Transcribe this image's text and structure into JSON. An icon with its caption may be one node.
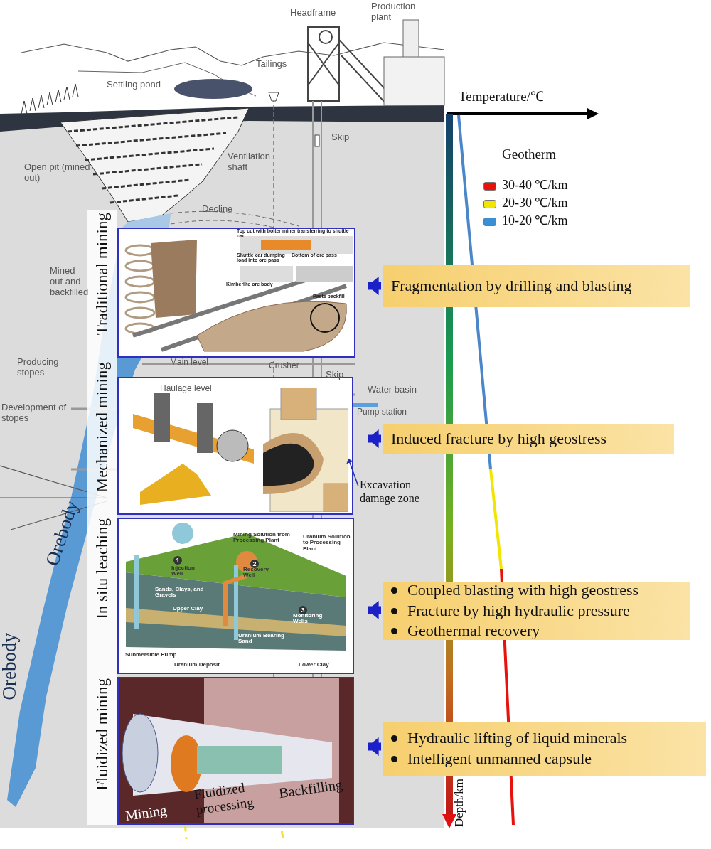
{
  "diagram": {
    "nodes": [
      {
        "text": [
          "Traditional mining"
        ]
      },
      {
        "text": [
          "Fragmentation by drilling and blasting"
        ]
      },
      {
        "text": [
          "Mechanized mining"
        ]
      },
      {
        "text": [
          "Induced fracture by high geostress"
        ]
      },
      {
        "text": [
          "Excavation damage zone"
        ]
      },
      {
        "text": [],
        "shape": "picture",
        "in": 2
      },
      {
        "text": [
          "In situ leaching"
        ]
      },
      {
        "text": [
          "Coupled blasting with high geostress",
          "Fracture by high hydraulic pressure",
          "Geothermal recovery"
        ]
      },
      {
        "text": [
          "Fluidized mining"
        ]
      },
      {
        "text": [
          "Hydraulic lifting of liquid minerals",
          "Intelligent unmanned capsule"
        ]
      }
    ],
    "edges": [
      {
        "from": 1,
        "to": 0,
        "arrow": "to"
      },
      {
        "from": 3,
        "to": 2,
        "arrow": "to"
      },
      {
        "from": 4,
        "to": 5,
        "arrow": "to"
      },
      {
        "from": 7,
        "to": 6,
        "arrow": "to"
      },
      {
        "from": 9,
        "to": 8,
        "arrow": "to"
      }
    ],
    "labels": [
      "Settling pond",
      "Headframe",
      "Production plant",
      "Tailings",
      "Skip",
      "Open pit (mined out)",
      "Ventilation shaft",
      "Decline",
      "Mined out and backfilled",
      "Producing stopes",
      "Main level",
      "Skip",
      "Haulage level",
      "Crusher",
      "Water basin",
      "Development of stopes",
      "Pump station",
      "Orebody",
      "Orebody",
      "Top cut with bolter miner transferring to shuttle car",
      "Shuttle car dumping load into ore pass",
      "Bottom of ore pass",
      "Kimberlite ore body",
      "Paste backfill",
      "Mining Solution from Processing Plant",
      "Uranium Solution to Processing Plant",
      "1",
      "Injection Well",
      "2",
      "Recovery Well",
      "Sands, Clays, and Gravels",
      "Upper Clay",
      "3",
      "Monitoring Wells",
      "Uranium-Bearing Sand",
      "Submersible Pump",
      "Uranium Deposit",
      "Lower Clay",
      "Mining",
      "Fluidized processing",
      "Backfilling",
      "Temperature/℃",
      "Geotherm",
      "Depth/km"
    ],
    "legend": [
      {
        "text": "30-40 ℃/km",
        "color": "#e8120c"
      },
      {
        "text": "20-30 ℃/km",
        "color": "#f2e600"
      },
      {
        "text": "10-20 ℃/km",
        "color": "#3a8fd6"
      }
    ]
  }
}
